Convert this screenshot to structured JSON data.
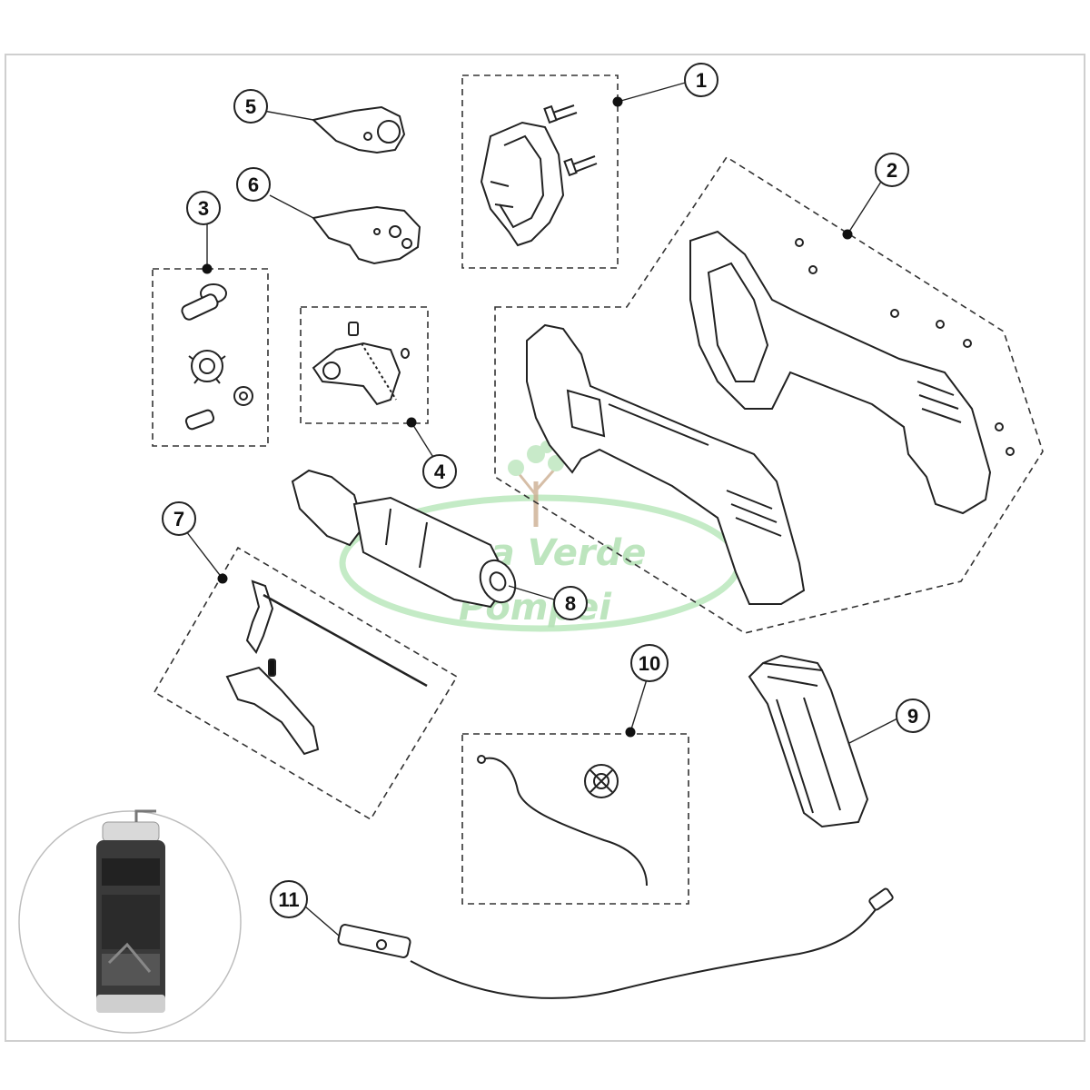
{
  "diagram": {
    "callouts": [
      {
        "id": "1",
        "label": "1"
      },
      {
        "id": "2",
        "label": "2"
      },
      {
        "id": "3",
        "label": "3"
      },
      {
        "id": "4",
        "label": "4"
      },
      {
        "id": "5",
        "label": "5"
      },
      {
        "id": "6",
        "label": "6"
      },
      {
        "id": "7",
        "label": "7"
      },
      {
        "id": "8",
        "label": "8"
      },
      {
        "id": "9",
        "label": "9"
      },
      {
        "id": "10",
        "label": "10"
      },
      {
        "id": "11",
        "label": "11"
      }
    ],
    "watermark": {
      "line1": "Linea Verde",
      "line2": "Pompei",
      "color": "#b6e3b8"
    },
    "colors": {
      "line": "#222222",
      "frame": "#cccccc",
      "dash": "#333333"
    }
  }
}
